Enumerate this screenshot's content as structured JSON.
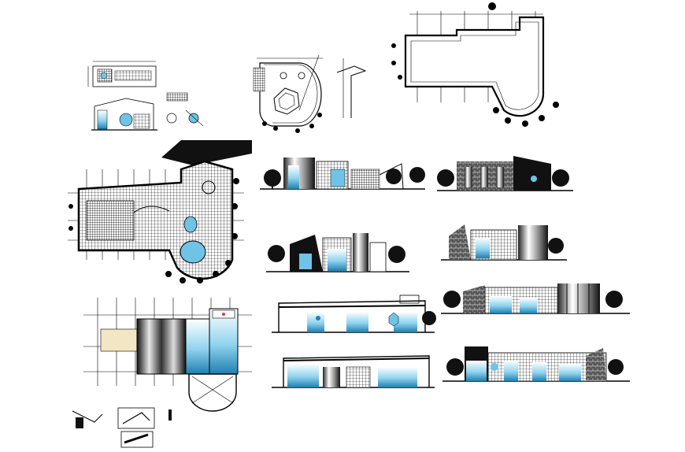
{
  "drawing": {
    "type": "architectural-cad-sheet",
    "colors": {
      "line": "#000000",
      "glass_blue": "#6fc3e6",
      "glass_dark": "#1f6f99",
      "tan": "#f3e6c4",
      "background": "#ffffff"
    },
    "views": [
      {
        "name": "site-plan-small",
        "kind": "plan"
      },
      {
        "name": "section-small",
        "kind": "section"
      },
      {
        "name": "round-plan-detail",
        "kind": "plan"
      },
      {
        "name": "roof-outline-plan",
        "kind": "plan"
      },
      {
        "name": "ground-floor-plan",
        "kind": "plan"
      },
      {
        "name": "roof-plan-shaded",
        "kind": "plan"
      },
      {
        "name": "elevation-1",
        "kind": "elevation"
      },
      {
        "name": "elevation-2",
        "kind": "elevation"
      },
      {
        "name": "elevation-3",
        "kind": "elevation"
      },
      {
        "name": "elevation-4",
        "kind": "elevation"
      },
      {
        "name": "elevation-5",
        "kind": "elevation"
      },
      {
        "name": "elevation-6",
        "kind": "elevation"
      },
      {
        "name": "section-1",
        "kind": "section"
      },
      {
        "name": "section-2",
        "kind": "section"
      },
      {
        "name": "detail-thumbnails",
        "kind": "detail"
      }
    ]
  }
}
